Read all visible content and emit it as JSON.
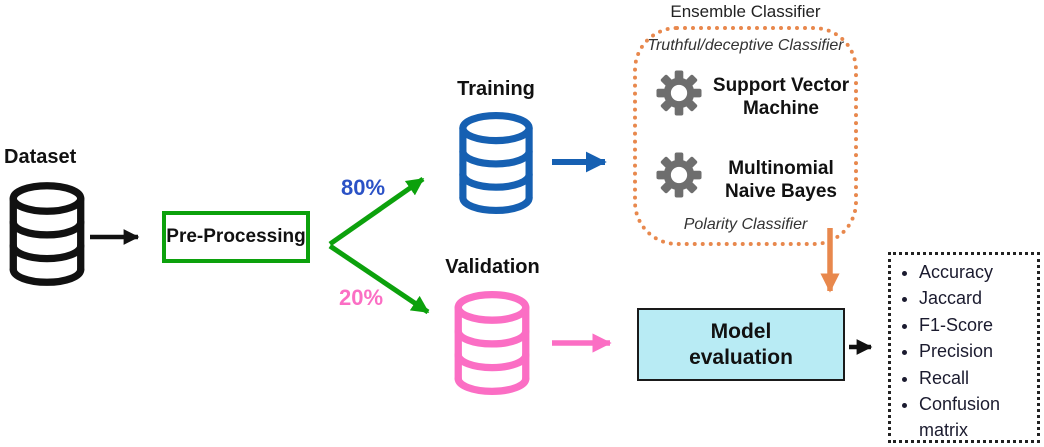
{
  "colors": {
    "ink": "#111111",
    "green": "#0ca10c",
    "blue": "#1660b2",
    "blue_text": "#2b52c6",
    "pink": "#fb6ec4",
    "orange": "#e8884d",
    "cyan_fill": "#b8ebf4",
    "gear_gray": "#6e6e6e"
  },
  "icons": {
    "database": "database-icon",
    "classifier": "gear-icon"
  },
  "nodes": {
    "dataset": {
      "label": "Dataset"
    },
    "preprocessing": {
      "label": "Pre-Processing"
    },
    "split": {
      "train_pct": "80%",
      "val_pct": "20%"
    },
    "training": {
      "label": "Training"
    },
    "validation": {
      "label": "Validation"
    },
    "ensemble": {
      "title": "Ensemble Classifier",
      "top_label": "Truthful/deceptive Classifier",
      "classifiers": [
        {
          "icon": "gear-icon",
          "label": "Support Vector Machine"
        },
        {
          "icon": "gear-icon",
          "label": "Multinomial Naive Bayes"
        }
      ],
      "bottom_label": "Polarity Classifier"
    },
    "evaluation": {
      "label": "Model evaluation"
    },
    "metrics": {
      "items": [
        "Accuracy",
        "Jaccard",
        "F1-Score",
        "Precision",
        "Recall",
        "Confusion matrix"
      ]
    }
  }
}
